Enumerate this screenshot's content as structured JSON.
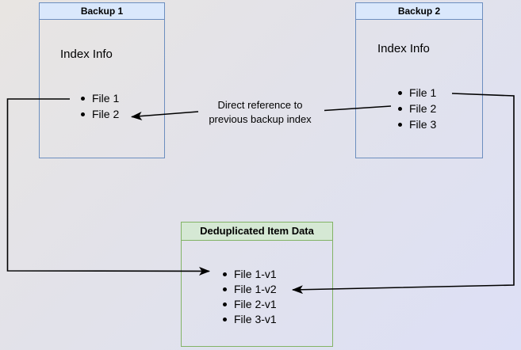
{
  "diagram": {
    "backup1": {
      "title": "Backup 1",
      "section_label": "Index Info",
      "files": [
        "File 1",
        "File 2"
      ]
    },
    "backup2": {
      "title": "Backup 2",
      "section_label": "Index Info",
      "files": [
        "File 1",
        "File 2",
        "File 3"
      ]
    },
    "dedup": {
      "title": "Deduplicated Item Data",
      "files": [
        "File 1-v1",
        "File 1-v2",
        "File 2-v1",
        "File 3-v1"
      ]
    },
    "annotation": {
      "line1": "Direct reference to",
      "line2": "previous backup index"
    }
  },
  "colors": {
    "blue_fill": "#dae8fc",
    "blue_border": "#6c8ebf",
    "green_fill": "#d5e8d4",
    "green_border": "#82b366",
    "arrow": "#000000",
    "bg_start": "#e8e5e2",
    "bg_end": "#dde0f6"
  }
}
